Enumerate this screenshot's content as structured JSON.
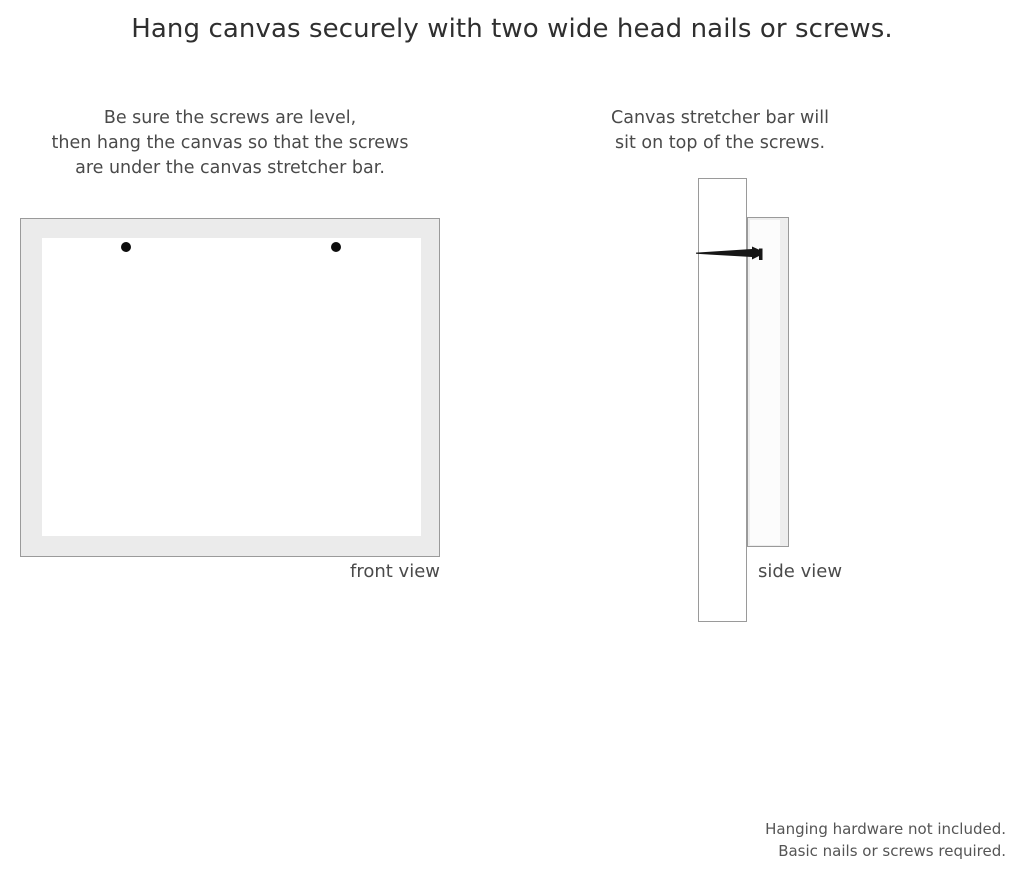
{
  "title": "Hang canvas securely with two wide head nails or screws.",
  "captions": {
    "left": [
      "Be sure the screws are level,",
      "then hang the canvas so that the screws",
      "are under the canvas stretcher bar."
    ],
    "right": [
      "Canvas stretcher bar will",
      "sit on top of the screws."
    ]
  },
  "labels": {
    "front_view": "front view",
    "side_view": "side view"
  },
  "footer": [
    "Hanging hardware not included.",
    "Basic nails or screws required."
  ],
  "diagram": {
    "front_view": {
      "frame_color": "#ebebeb",
      "frame_border_color": "#9a9a9a",
      "canvas_color": "#ffffff",
      "screw_color": "#0d0d0d",
      "screw_count": 2
    },
    "side_view": {
      "wall_color": "#ffffff",
      "wall_border_color": "#9a9a9a",
      "stretcher_bar_color": "#ededed",
      "screw_color": "#1a1a1a"
    }
  }
}
